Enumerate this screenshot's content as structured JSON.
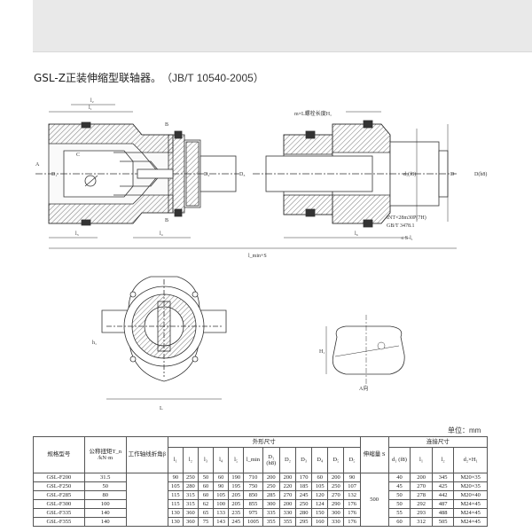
{
  "header": {
    "title": "GSL-Z正装伸缩型联轴器。",
    "standard": "（JB/T 10540-2005）"
  },
  "drawing_labels": {
    "a": "A",
    "c": "C",
    "b": "B",
    "l1": "l₁",
    "l2": "l₂",
    "l3": "l₃",
    "l4": "l₄",
    "l6": "l₆",
    "lmin": "l_min+S",
    "d1": "D₁",
    "d2": "D₂",
    "d3": "D₃",
    "d": "D",
    "d3h8": "D(h8)",
    "d1h8": "d₁(f8)",
    "lk": "L",
    "thread": "m×L螺栓长度H₁",
    "spline": "INT×28m30P(7H)",
    "spline2": "GB/T 3478.1",
    "s": "≤ S-l₁",
    "h1": "H₁",
    "h2": "h₁",
    "ad": "A向"
  },
  "unit_label": "单位：mm",
  "table": {
    "col_model": "规格型号",
    "col_torque": "公称扭矩T_n /kN·m",
    "col_angle": "工作轴线折角β",
    "col_dims": "外形尺寸",
    "col_stroke": "伸缩量 S",
    "col_conn": "连接尺寸",
    "sub_dims": [
      "l₁",
      "l₂",
      "l₃",
      "l₄",
      "l₅",
      "l_min",
      "D₁ (h8)",
      "D₂",
      "D₃",
      "D₄",
      "D₅"
    ],
    "sub_conn": [
      "d₁ (f8)",
      "l₁",
      "l₂",
      "d₂×H₁"
    ],
    "angle_value": "",
    "stroke_value": "500",
    "rows": [
      {
        "model": "GSL-F200",
        "torque": "31.5",
        "dims": [
          "90",
          "250",
          "50",
          "60",
          "190",
          "710",
          "200",
          "200",
          "170",
          "60",
          "200",
          "90"
        ],
        "conn": [
          "40",
          "200",
          "345",
          "M20×35"
        ]
      },
      {
        "model": "GSL-F250",
        "torque": "50",
        "dims": [
          "105",
          "280",
          "60",
          "90",
          "195",
          "750",
          "250",
          "220",
          "185",
          "105",
          "250",
          "107"
        ],
        "conn": [
          "45",
          "270",
          "425",
          "M20×35"
        ]
      },
      {
        "model": "GSL-F285",
        "torque": "80",
        "dims": [
          "115",
          "315",
          "60",
          "105",
          "205",
          "850",
          "285",
          "270",
          "245",
          "120",
          "270",
          "132"
        ],
        "conn": [
          "50",
          "278",
          "442",
          "M20×40"
        ]
      },
      {
        "model": "GSL-F300",
        "torque": "100",
        "dims": [
          "115",
          "315",
          "62",
          "100",
          "205",
          "855",
          "300",
          "200",
          "250",
          "124",
          "290",
          "176"
        ],
        "conn": [
          "50",
          "292",
          "487",
          "M24×45"
        ]
      },
      {
        "model": "GSL-F335",
        "torque": "140",
        "dims": [
          "130",
          "360",
          "65",
          "133",
          "235",
          "975",
          "335",
          "330",
          "280",
          "150",
          "300",
          "176"
        ],
        "conn": [
          "55",
          "293",
          "488",
          "M24×45"
        ]
      },
      {
        "model": "GSL-F355",
        "torque": "140",
        "dims": [
          "130",
          "360",
          "75",
          "143",
          "245",
          "1005",
          "355",
          "355",
          "295",
          "160",
          "330",
          "176"
        ],
        "conn": [
          "60",
          "312",
          "505",
          "M24×45"
        ]
      }
    ]
  }
}
